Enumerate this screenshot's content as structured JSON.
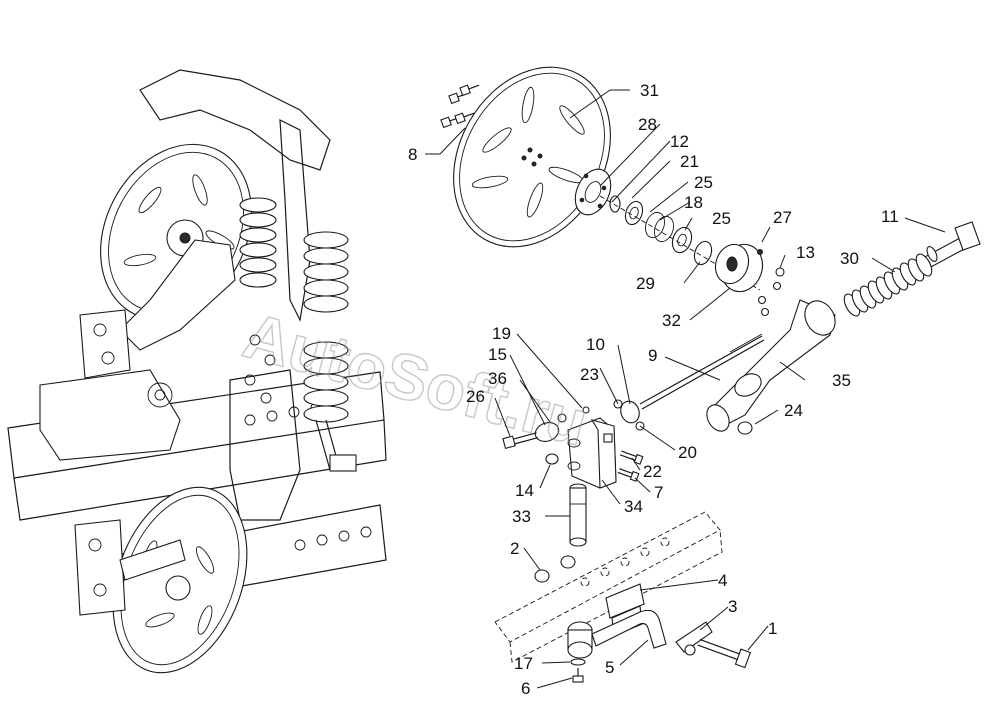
{
  "watermark": "AutoSoft.ru",
  "callouts": [
    "1",
    "2",
    "3",
    "4",
    "5",
    "6",
    "7",
    "8",
    "9",
    "10",
    "11",
    "12",
    "13",
    "14",
    "15",
    "17",
    "18",
    "19",
    "20",
    "21",
    "22",
    "23",
    "24",
    "25",
    "25",
    "26",
    "27",
    "28",
    "29",
    "30",
    "31",
    "32",
    "33",
    "34",
    "35",
    "36"
  ],
  "colors": {
    "line": "#1a1a1a",
    "background": "#ffffff",
    "watermark": "#9a9a9a"
  }
}
